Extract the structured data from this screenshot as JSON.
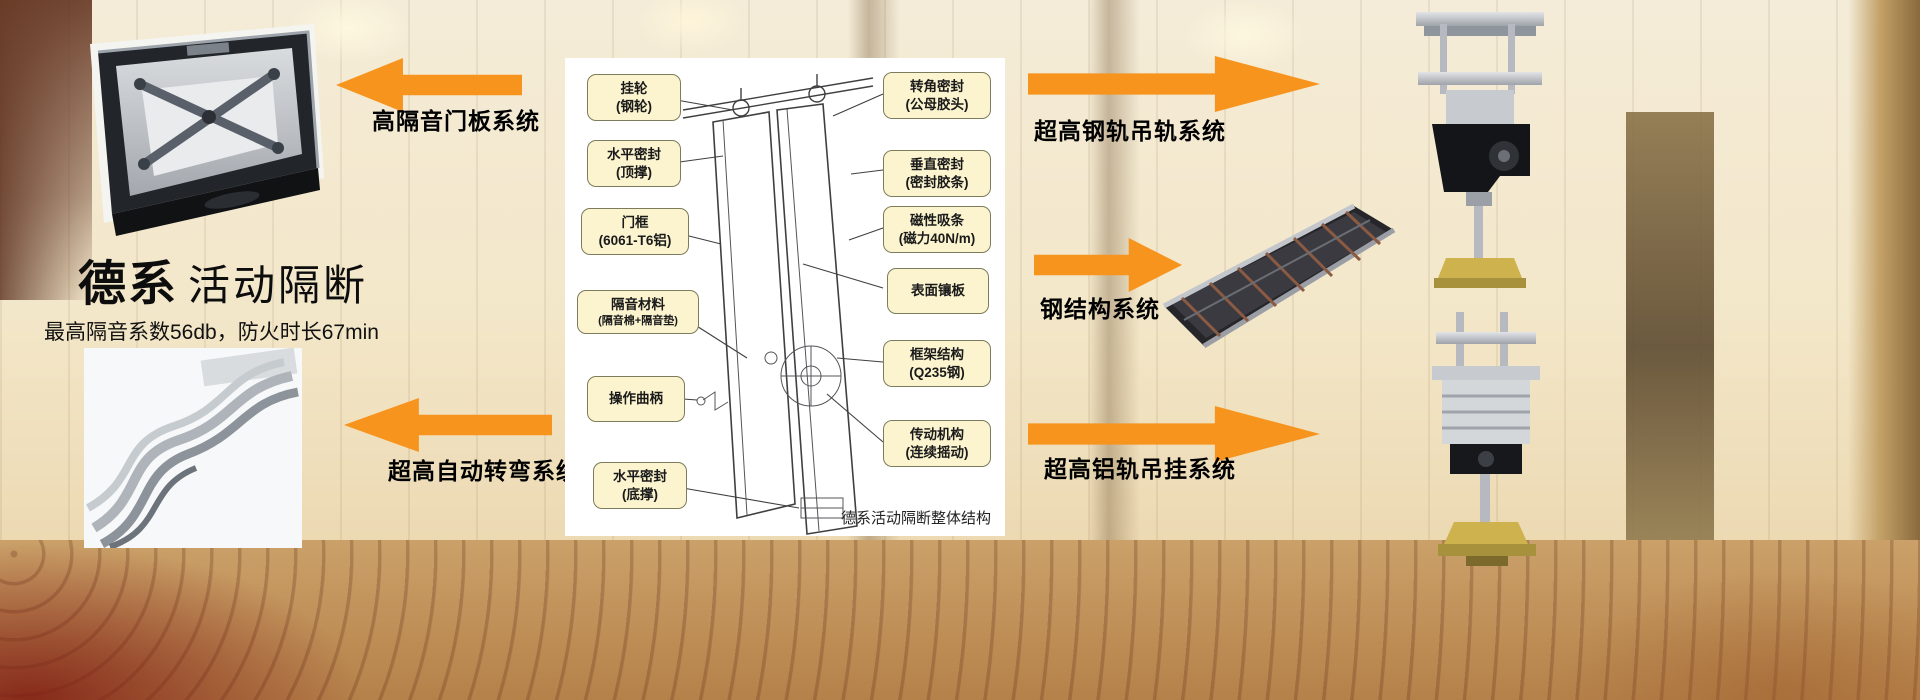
{
  "colors": {
    "arrow_orange": "#F7941D",
    "callout_bg": "#FBF4CF",
    "callout_border": "#7C7C5C"
  },
  "hero": {
    "brand": "德系",
    "product": "活动隔断",
    "subtitle": "最高隔音系数56db，防火时长67min"
  },
  "system_labels": {
    "door_panel": "高隔音门板系统",
    "auto_turn": "超高自动转弯系统",
    "steel_rail": "超高钢轨吊轨系统",
    "steel_structure": "钢结构系统",
    "aluminum_rail": "超高铝轨吊挂系统"
  },
  "diagram": {
    "caption": "德系活动隔断整体结构",
    "left_callouts": [
      {
        "line1": "挂轮",
        "line2": "(钢轮)"
      },
      {
        "line1": "水平密封",
        "line2": "(顶撑)"
      },
      {
        "line1": "门框",
        "line2": "(6061-T6铝)"
      },
      {
        "line1": "隔音材料",
        "line2": "(隔音棉+隔音垫)"
      },
      {
        "line1": "操作曲柄"
      },
      {
        "line1": "水平密封",
        "line2": "(底撑)"
      }
    ],
    "right_callouts": [
      {
        "line1": "转角密封",
        "line2": "(公母胶头)"
      },
      {
        "line1": "垂直密封",
        "line2": "(密封胶条)"
      },
      {
        "line1": "磁性吸条",
        "line2": "(磁力40N/m)"
      },
      {
        "line1": "表面镶板"
      },
      {
        "line1": "框架结构",
        "line2": "(Q235钢)"
      },
      {
        "line1": "传动机构",
        "line2": "(连续摇动)"
      }
    ]
  }
}
